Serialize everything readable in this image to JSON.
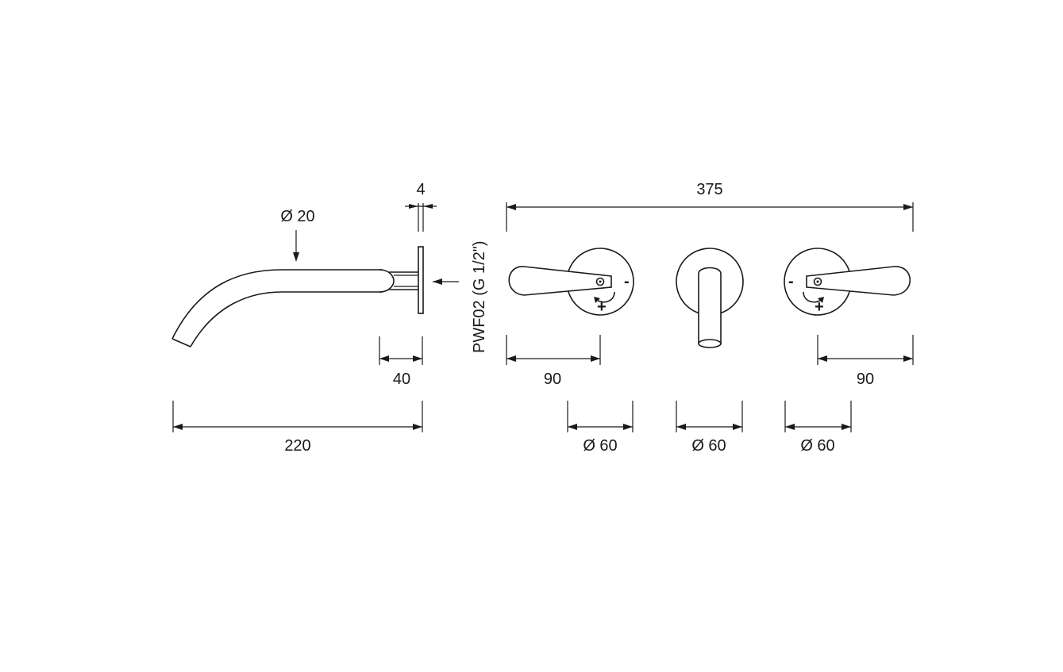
{
  "drawing": {
    "labels": {
      "spout_diameter": "Ø 20",
      "plate_thickness": "4",
      "rosette_projection": "40",
      "spout_length": "220",
      "overall_width": "375",
      "connection_code": "PWF02 (G 1/2\")",
      "left_handle_offset": "90",
      "right_handle_offset": "90",
      "left_rosette_diameter": "Ø 60",
      "center_rosette_diameter": "Ø 60",
      "right_rosette_diameter": "Ø 60"
    },
    "temperature_marks": {
      "minus": "-",
      "plus": "+"
    }
  }
}
